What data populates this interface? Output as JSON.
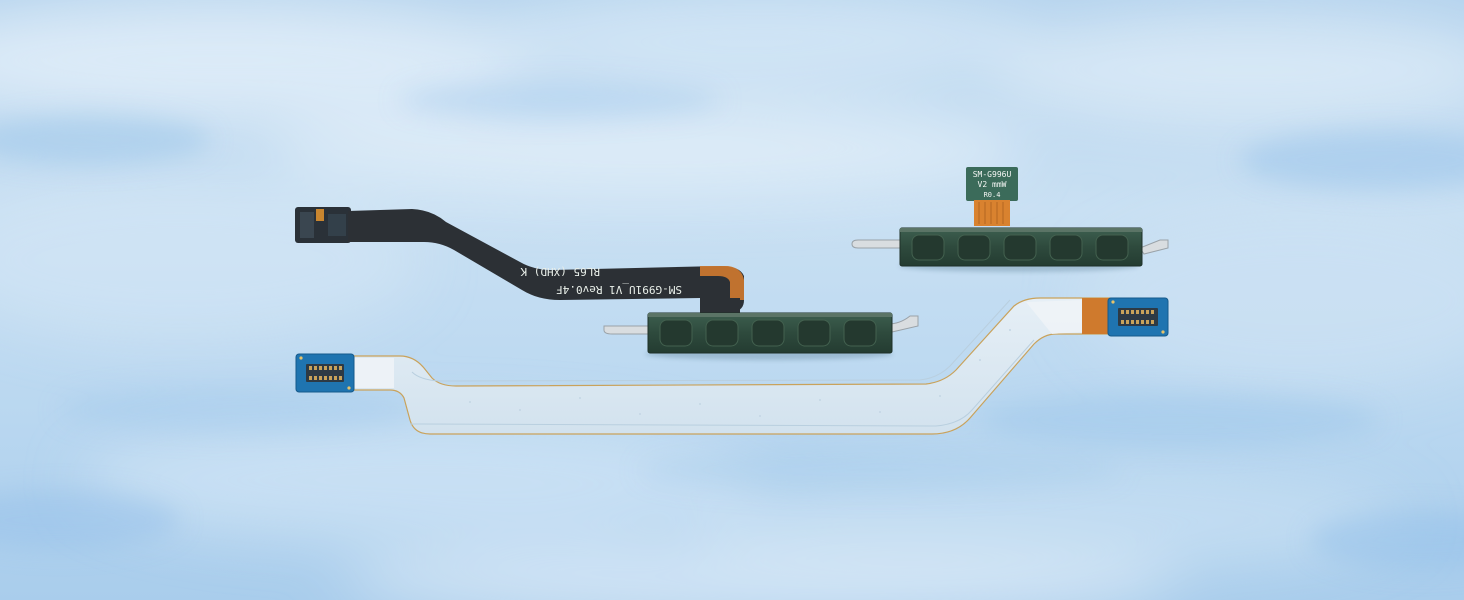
{
  "colors": {
    "sky_light": "#cfe3f4",
    "sky_mid": "#b4d4ef",
    "sky_deep": "#8fbde6",
    "flex_black": "#2b2e33",
    "flex_clear": "#dde9f2",
    "copper": "#d77a2c",
    "connector_blue": "#1f74b0",
    "module_green": "#2f4d40"
  },
  "cable_top": {
    "part_label": "SM-G991U_V1 Rev0.4F",
    "ref_label": "RL65 (XHD) K"
  },
  "module_tag": {
    "line1": "SM-G996U",
    "line2": "V2 mmW",
    "line3": "R0.4"
  }
}
